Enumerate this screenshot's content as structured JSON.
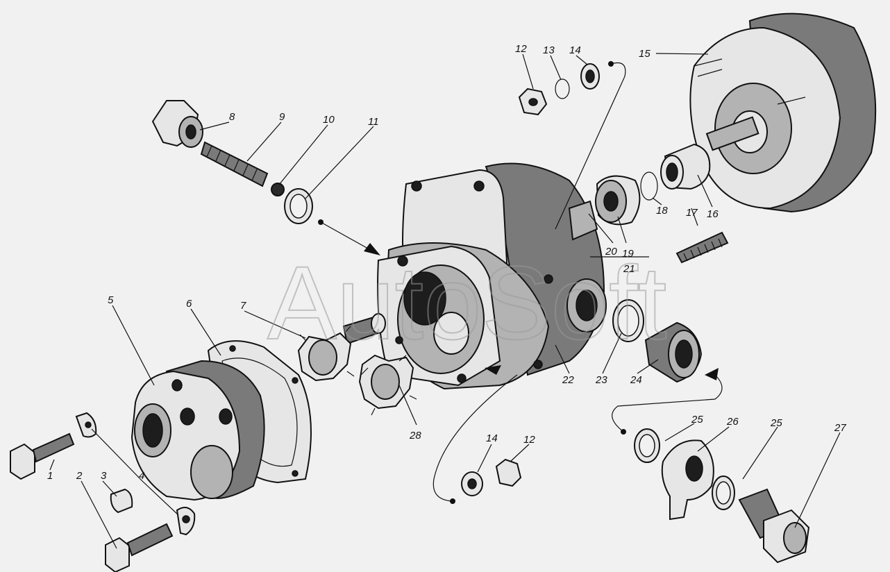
{
  "watermark": "AutoSoft",
  "callouts": [
    {
      "id": "c1",
      "text": "1"
    },
    {
      "id": "c2",
      "text": "2"
    },
    {
      "id": "c3",
      "text": "3"
    },
    {
      "id": "c4",
      "text": "4"
    },
    {
      "id": "c5",
      "text": "5"
    },
    {
      "id": "c6",
      "text": "6"
    },
    {
      "id": "c7",
      "text": "7"
    },
    {
      "id": "c8",
      "text": "8"
    },
    {
      "id": "c9",
      "text": "9"
    },
    {
      "id": "c10",
      "text": "10"
    },
    {
      "id": "c11",
      "text": "11"
    },
    {
      "id": "c12a",
      "text": "12"
    },
    {
      "id": "c13",
      "text": "13"
    },
    {
      "id": "c14a",
      "text": "14"
    },
    {
      "id": "c15",
      "text": "15"
    },
    {
      "id": "c16",
      "text": "16"
    },
    {
      "id": "c17",
      "text": "17"
    },
    {
      "id": "c18",
      "text": "18"
    },
    {
      "id": "c19",
      "text": "19"
    },
    {
      "id": "c20",
      "text": "20"
    },
    {
      "id": "c21",
      "text": "21"
    },
    {
      "id": "c22",
      "text": "22"
    },
    {
      "id": "c23",
      "text": "23"
    },
    {
      "id": "c24",
      "text": "24"
    },
    {
      "id": "c25a",
      "text": "25"
    },
    {
      "id": "c26",
      "text": "26"
    },
    {
      "id": "c25b",
      "text": "25"
    },
    {
      "id": "c27",
      "text": "27"
    },
    {
      "id": "c14b",
      "text": "14"
    },
    {
      "id": "c12b",
      "text": "12"
    },
    {
      "id": "c28",
      "text": "28"
    }
  ]
}
